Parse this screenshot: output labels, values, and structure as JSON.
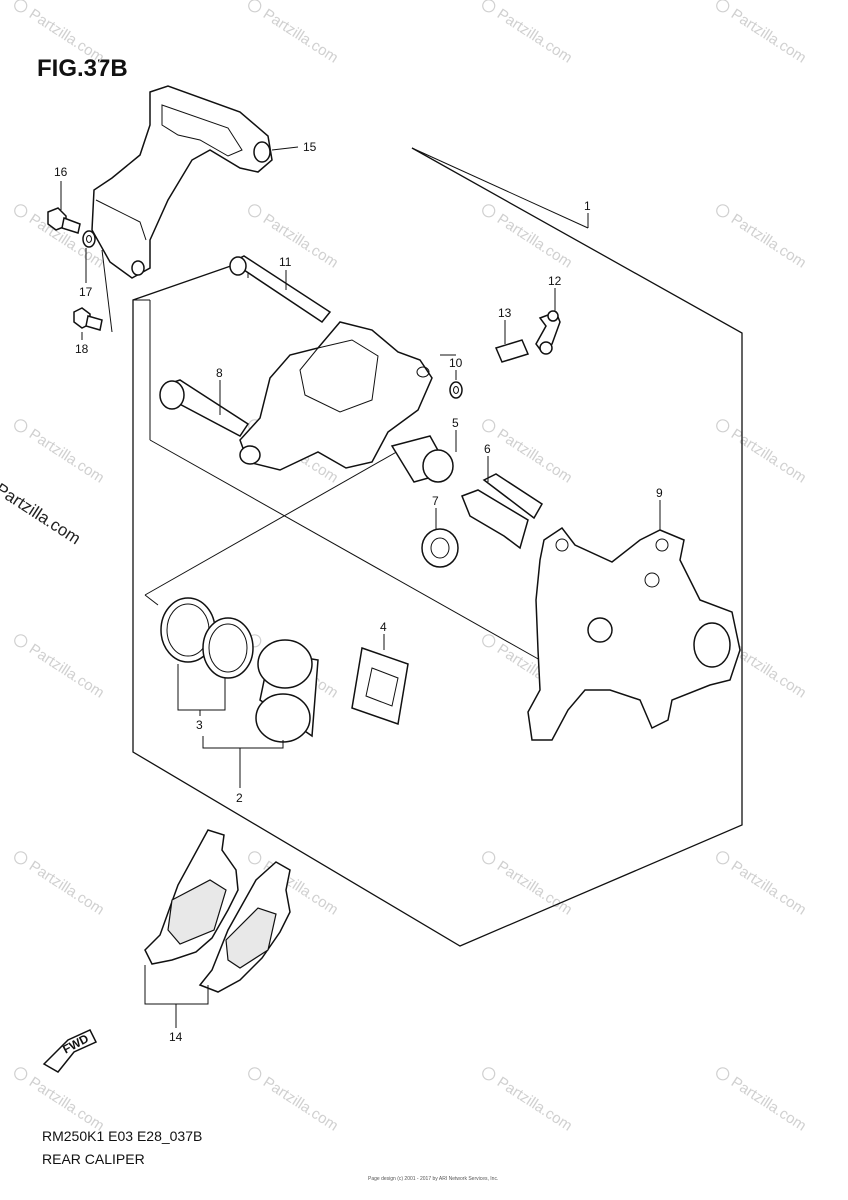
{
  "figure": {
    "title": "FIG.37B"
  },
  "watermark": {
    "text": "© Partzilla.com",
    "side_text": "© Partzilla.com"
  },
  "callouts": [
    {
      "id": "c1",
      "label": "1"
    },
    {
      "id": "c2",
      "label": "2"
    },
    {
      "id": "c3",
      "label": "3"
    },
    {
      "id": "c4",
      "label": "4"
    },
    {
      "id": "c5",
      "label": "5"
    },
    {
      "id": "c6",
      "label": "6"
    },
    {
      "id": "c7",
      "label": "7"
    },
    {
      "id": "c8",
      "label": "8"
    },
    {
      "id": "c9",
      "label": "9"
    },
    {
      "id": "c10",
      "label": "10"
    },
    {
      "id": "c11",
      "label": "11"
    },
    {
      "id": "c12",
      "label": "12"
    },
    {
      "id": "c13",
      "label": "13"
    },
    {
      "id": "c14",
      "label": "14"
    },
    {
      "id": "c15",
      "label": "15"
    },
    {
      "id": "c16",
      "label": "16"
    },
    {
      "id": "c17",
      "label": "17"
    },
    {
      "id": "c18",
      "label": "18"
    }
  ],
  "fwd_label": "FWD",
  "footer": {
    "code": "RM250K1 E03 E28_037B",
    "caption": "REAR CALIPER",
    "credit": "Page design (c) 2001 - 2017 by ARI Network Services, Inc."
  }
}
